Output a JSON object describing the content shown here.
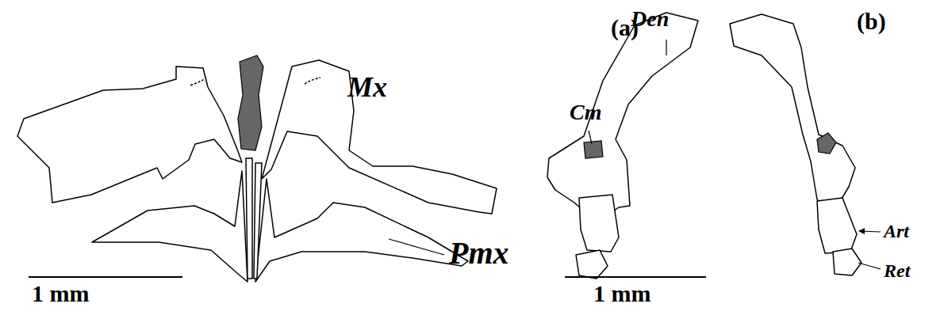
{
  "diagram": {
    "labels": [
      "(a)",
      "Mx",
      "Pmx",
      "1 mm",
      "Den",
      "(b)",
      "Cm",
      "Art",
      "Ret",
      "1 mm"
    ]
  }
}
